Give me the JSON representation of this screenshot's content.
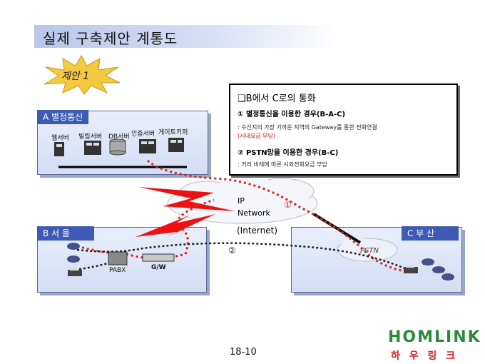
{
  "title": "실제 구축제안 계통도",
  "badge": "제안 1",
  "info": {
    "heading": "❑B에서 C로의 통화",
    "item1_title": "① 별정통신을 이용한 경우(B-A-C)",
    "item1_desc": ": 수신지의 가장 가까운 지역의 Gateway를 통한 전화연결",
    "item1_note": "(시내요금 부담)",
    "item2_title": "② PSTN망을 이용한 경우(B-C)",
    "item2_desc": ": 거리 비례에 따른 시외전화요금 부담"
  },
  "regions": {
    "a_label": "A 별정통신",
    "b_label": "B 서 울",
    "c_label": "C 부 산"
  },
  "servers": [
    "웹서버",
    "빌링서버",
    "DB서버",
    "인증서버",
    "게이트키퍼"
  ],
  "network": {
    "ip": "IP",
    "network": "Network",
    "internet": "(Internet)",
    "circle1": "①",
    "circle2": "②",
    "pstn": "PSTN"
  },
  "devices": {
    "pabx": "PABX",
    "gw": "G/W"
  },
  "logo": {
    "text": "HOMLINK",
    "korean": "하 우 링 크"
  },
  "page_number": "18-10",
  "colors": {
    "accent": "#3d5bb5",
    "path1": "#dd2222",
    "path2": "#222222",
    "logo_green": "#2a8a3a",
    "logo_red": "#d42020"
  },
  "icons": [
    "burst-icon",
    "lightning-icon",
    "server-icon",
    "phone-icon",
    "cloud-icon"
  ]
}
